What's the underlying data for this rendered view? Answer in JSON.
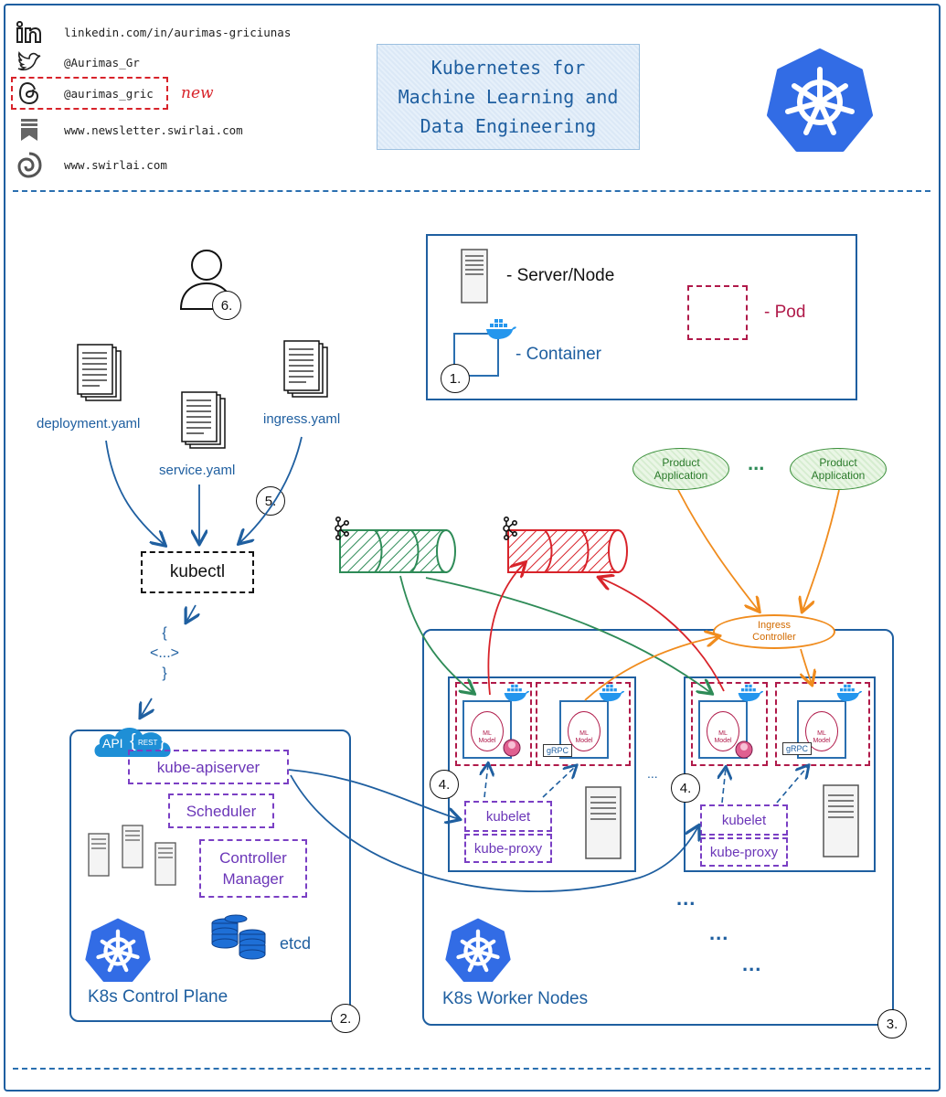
{
  "header": {
    "social": [
      {
        "icon": "linkedin-icon",
        "text": "linkedin.com/in/aurimas-griciunas"
      },
      {
        "icon": "twitter-bird-icon",
        "text": "@Aurimas_Gr"
      },
      {
        "icon": "threads-icon",
        "text": "@aurimas_gric"
      },
      {
        "icon": "newsletter-bookmark-icon",
        "text": "www.newsletter.swirlai.com"
      },
      {
        "icon": "swirl-logo-icon",
        "text": "www.swirlai.com"
      }
    ],
    "new_tag": "new",
    "title": "Kubernetes for\nMachine Learning and\nData Engineering"
  },
  "legend": {
    "server": "- Server/Node",
    "container": "- Container",
    "pod": "- Pod"
  },
  "user": {
    "step": "6."
  },
  "manifests": {
    "deployment": "deployment.yaml",
    "service": "service.yaml",
    "ingress": "ingress.yaml",
    "step": "5."
  },
  "kubectl": "kubectl",
  "payload": "{\n<...>\n}",
  "control_plane": {
    "api_label": "API",
    "rest_label": "REST",
    "apiserver": "kube-apiserver",
    "scheduler": "Scheduler",
    "controller_manager": "Controller\nManager",
    "etcd": "etcd",
    "title": "K8s Control Plane",
    "step": "2."
  },
  "worker_nodes": {
    "title": "K8s Worker Nodes",
    "step": "3.",
    "kubelet": "kubelet",
    "kube_proxy": "kube-proxy",
    "step_node": "4.",
    "ml_model": "ML\nModel",
    "grpc": "gRPC",
    "ellipsis": "...",
    "ellipsis_dots": "..."
  },
  "ingress_controller": "Ingress\nController",
  "product_app": "Product\nApplication",
  "product_ellipsis": "...",
  "legend_step": "1.",
  "colors": {
    "primary_blue": "#1f5fa0",
    "k8s_blue": "#326ce5",
    "purple": "#7a3fc4",
    "pod_red": "#b01a4a",
    "green": "#2e8b57",
    "red": "#d8232a",
    "orange": "#f08c1e"
  }
}
